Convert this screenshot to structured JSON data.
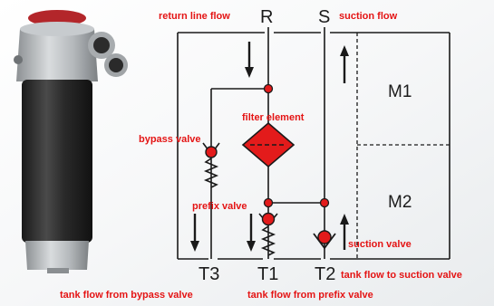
{
  "ports": {
    "return_port": "R",
    "suction_port": "S",
    "tank_bypass_port": "T3",
    "tank_prefix_port": "T1",
    "tank_suction_port": "T2"
  },
  "modules": {
    "upper": "M1",
    "lower": "M2"
  },
  "annotations": {
    "return_line_flow": "return line flow",
    "suction_flow": "suction flow",
    "filter_element": "filter  element",
    "bypass_valve": "bypass valve",
    "prefix_valve": "prefix valve",
    "suction_valve": "suction valve",
    "tank_flow_to_suction_valve": "tank flow to suction valve",
    "tank_flow_from_bypass_valve": "tank flow from bypass valve",
    "tank_flow_from_prefix_valve": "tank flow from prefix valve"
  },
  "colors": {
    "annotation_text": "#e41414",
    "component_fill": "#e31b1b",
    "line": "#1a1a1a"
  },
  "icons": {
    "photo": "filter-product-photo",
    "filter": "filter-element-diamond-icon",
    "check_valve": "check-valve-icon",
    "spring": "spring-icon",
    "flow_arrow": "flow-arrow-icon"
  }
}
